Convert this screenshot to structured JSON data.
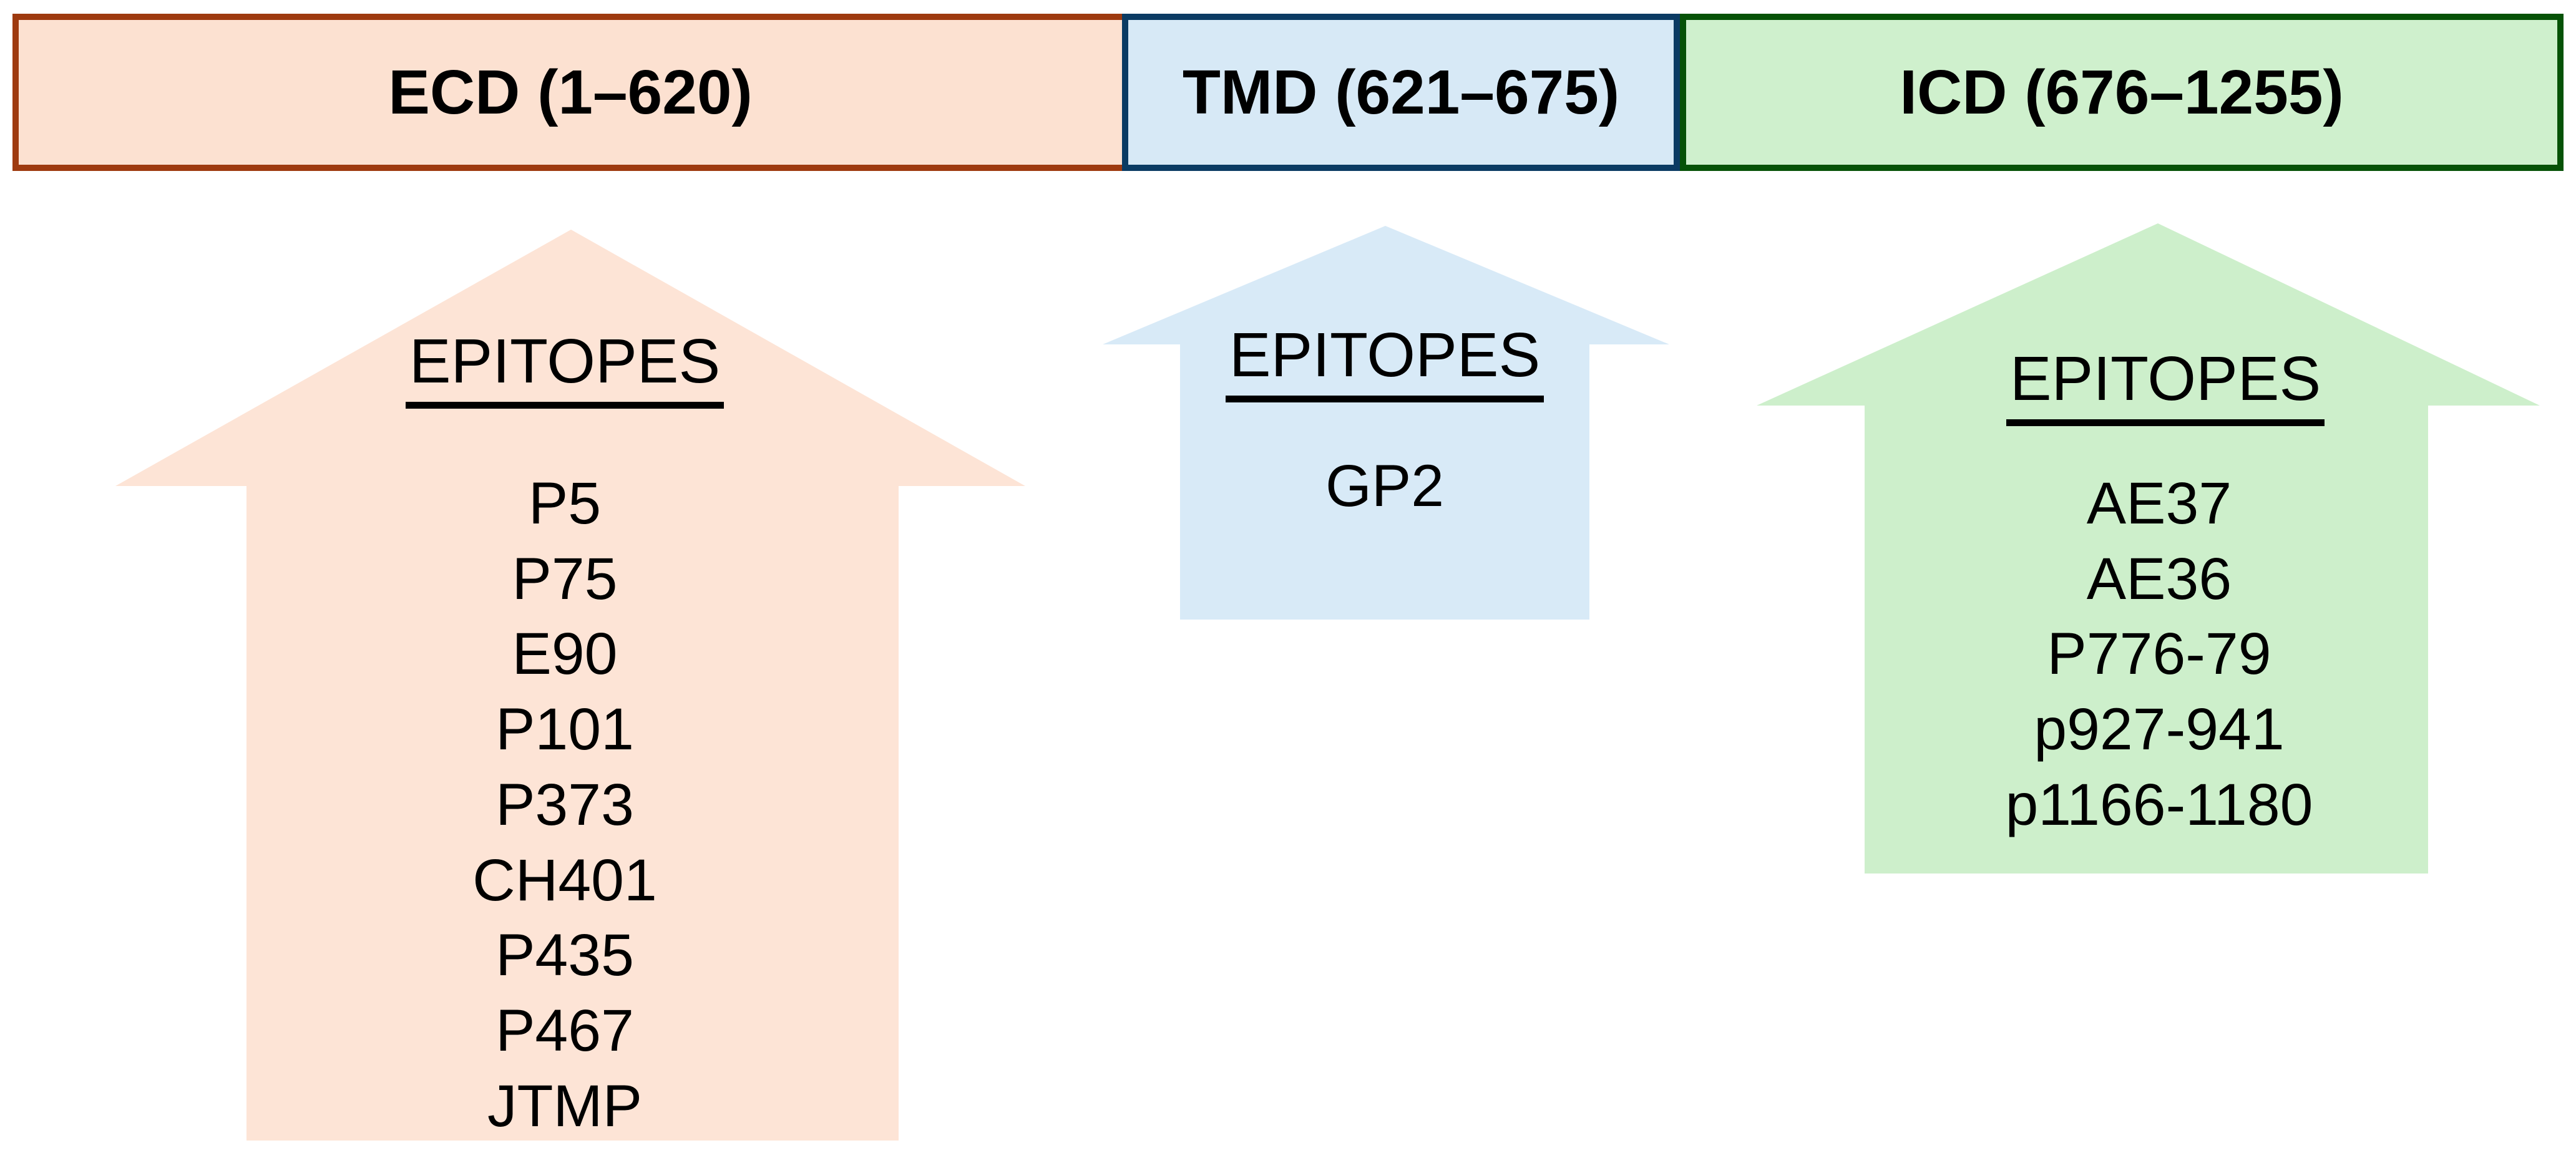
{
  "bar": {
    "sections": [
      {
        "id": "ecd",
        "label": "ECD (1–620)",
        "fill": "#FCE1D1",
        "border": "#9E3A0F"
      },
      {
        "id": "tmd",
        "label": "TMD (621–675)",
        "fill": "#D7E9F6",
        "border": "#0B3B63"
      },
      {
        "id": "icd",
        "label": "ICD (676–1255)",
        "fill": "#CFF0CD",
        "border": "#065207"
      }
    ]
  },
  "arrows": [
    {
      "id": "ecd-epitopes",
      "heading": "EPITOPES",
      "fill": "#FDE4D6",
      "items": [
        "P5",
        "P75",
        "E90",
        "P101",
        "P373",
        "CH401",
        "P435",
        "P467",
        "JTMP"
      ]
    },
    {
      "id": "tmd-epitopes",
      "heading": "EPITOPES",
      "fill": "#D8EAF7",
      "items": [
        "GP2"
      ]
    },
    {
      "id": "icd-epitopes",
      "heading": "EPITOPES",
      "fill": "#CDEFCB",
      "items": [
        "AE37",
        "AE36",
        "P776-79",
        "p927-941",
        "p1166-1180"
      ]
    }
  ]
}
